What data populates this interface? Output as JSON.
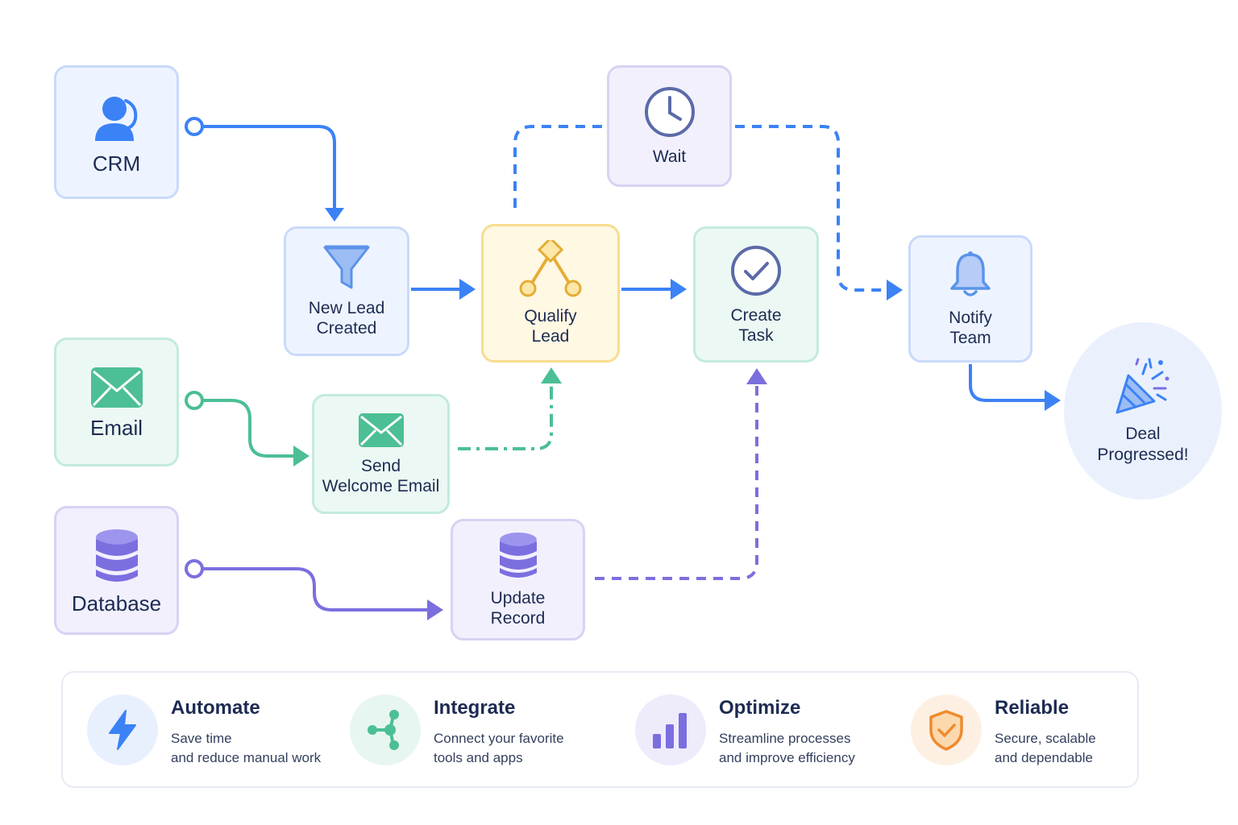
{
  "diagram": {
    "nodes": {
      "crm": {
        "label": "CRM",
        "icon": "user-headset-icon",
        "color": "#3b82f6"
      },
      "email": {
        "label": "Email",
        "icon": "envelope-icon",
        "color": "#4cbf94"
      },
      "database": {
        "label": "Database",
        "icon": "database-icon",
        "color": "#7b6fe0"
      },
      "new_lead": {
        "label": "New Lead\nCreated",
        "icon": "funnel-icon",
        "color": "#5b93ea"
      },
      "send_email": {
        "label": "Send\nWelcome Email",
        "icon": "envelope-icon",
        "color": "#4cbf94"
      },
      "update_record": {
        "label": "Update\nRecord",
        "icon": "database-icon",
        "color": "#7b6fe0"
      },
      "qualify": {
        "label": "Qualify\nLead",
        "icon": "branch-icon",
        "color": "#e5ad35"
      },
      "wait": {
        "label": "Wait",
        "icon": "clock-icon",
        "color": "#5b6aa8"
      },
      "create_task": {
        "label": "Create\nTask",
        "icon": "check-circle-icon",
        "color": "#5b6aa8"
      },
      "notify": {
        "label": "Notify\nTeam",
        "icon": "bell-icon",
        "color": "#5b93ea"
      },
      "deal": {
        "label": "Deal\nProgressed!",
        "icon": "party-popper-icon",
        "color": "#3b82f6"
      }
    },
    "edges": [
      {
        "from": "crm",
        "to": "new_lead",
        "style": "solid",
        "color": "#3b82f6"
      },
      {
        "from": "new_lead",
        "to": "qualify",
        "style": "solid",
        "color": "#3b82f6"
      },
      {
        "from": "qualify",
        "to": "create_task",
        "style": "solid",
        "color": "#3b82f6"
      },
      {
        "from": "qualify",
        "to": "wait",
        "style": "dashed",
        "color": "#3b82f6"
      },
      {
        "from": "wait",
        "to": "notify",
        "style": "dashed",
        "color": "#3b82f6"
      },
      {
        "from": "email",
        "to": "send_email",
        "style": "solid",
        "color": "#4cbf94"
      },
      {
        "from": "send_email",
        "to": "qualify",
        "style": "dash-dot",
        "color": "#4cbf94"
      },
      {
        "from": "database",
        "to": "update_record",
        "style": "solid",
        "color": "#7b6fe0"
      },
      {
        "from": "update_record",
        "to": "create_task",
        "style": "dashed",
        "color": "#7b6fe0"
      },
      {
        "from": "notify",
        "to": "deal",
        "style": "solid",
        "color": "#3b82f6"
      }
    ]
  },
  "features": [
    {
      "title": "Automate",
      "description": "Save time\nand reduce manual work",
      "icon": "lightning-icon",
      "color": "#3b82f6",
      "bg": "#e9f0fd"
    },
    {
      "title": "Integrate",
      "description": "Connect your favorite\ntools and apps",
      "icon": "network-icon",
      "color": "#4cbf94",
      "bg": "#e7f6f0"
    },
    {
      "title": "Optimize",
      "description": "Streamline processes\nand improve efficiency",
      "icon": "bar-chart-icon",
      "color": "#7b6fe0",
      "bg": "#eeebfb"
    },
    {
      "title": "Reliable",
      "description": "Secure, scalable\nand dependable",
      "icon": "shield-check-icon",
      "color": "#f08a2c",
      "bg": "#fdf0e3"
    }
  ]
}
